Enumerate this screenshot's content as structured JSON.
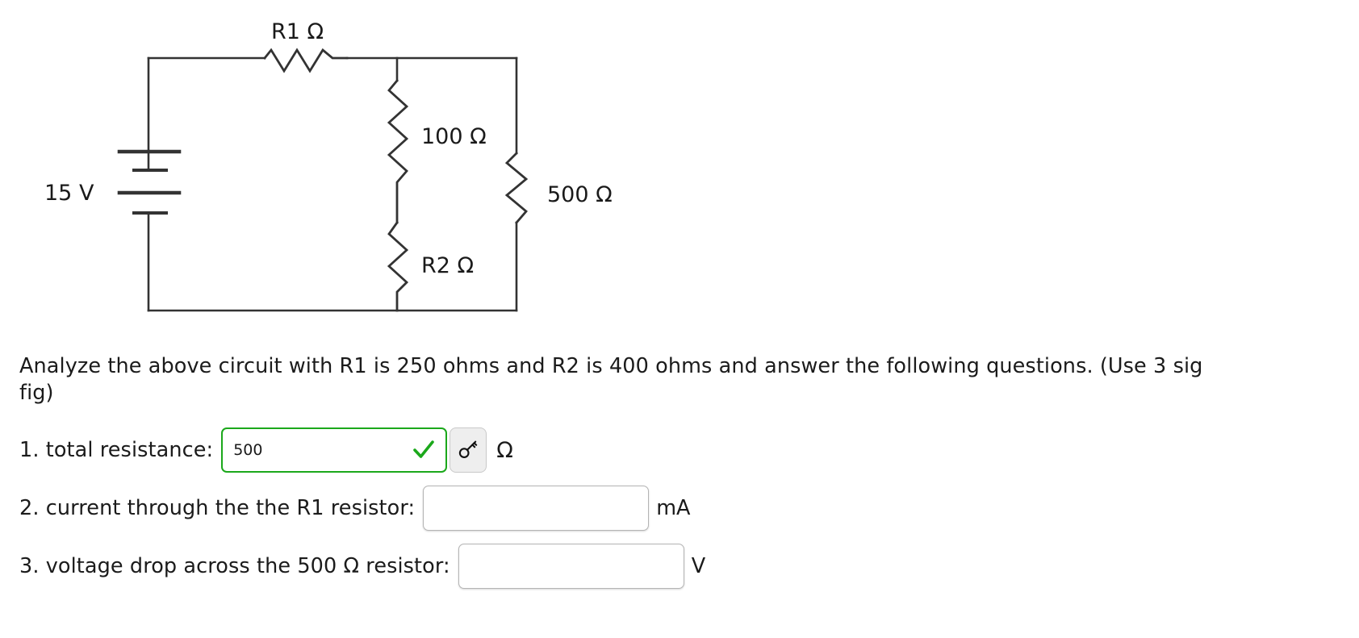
{
  "circuit": {
    "source_label": "15 V",
    "r1_label": "R1 Ω",
    "r100_label": "100 Ω",
    "r500_label": "500 Ω",
    "r2_label": "R2 Ω"
  },
  "prompt": {
    "text": "Analyze the above circuit with R1 is 250 ohms and R2 is 400 ohms and answer the following questions. (Use 3 sig fig)"
  },
  "questions": [
    {
      "label": "1. total resistance:",
      "value": "500",
      "placeholder": "",
      "state": "correct",
      "unit": "Ω",
      "has_check": true,
      "has_key_button": true
    },
    {
      "label": "2. current through the the R1 resistor:",
      "value": "",
      "placeholder": "",
      "state": "blank",
      "unit": "mA",
      "has_check": false,
      "has_key_button": false
    },
    {
      "label": "3. voltage drop across the 500 Ω resistor:",
      "value": "",
      "placeholder": "",
      "state": "blank",
      "unit": "V",
      "has_check": false,
      "has_key_button": false
    }
  ],
  "colors": {
    "correct_green": "#1ba81b",
    "wire": "#333333",
    "field_border": "#b4b4b4",
    "key_button_bg": "#eeeeee"
  }
}
